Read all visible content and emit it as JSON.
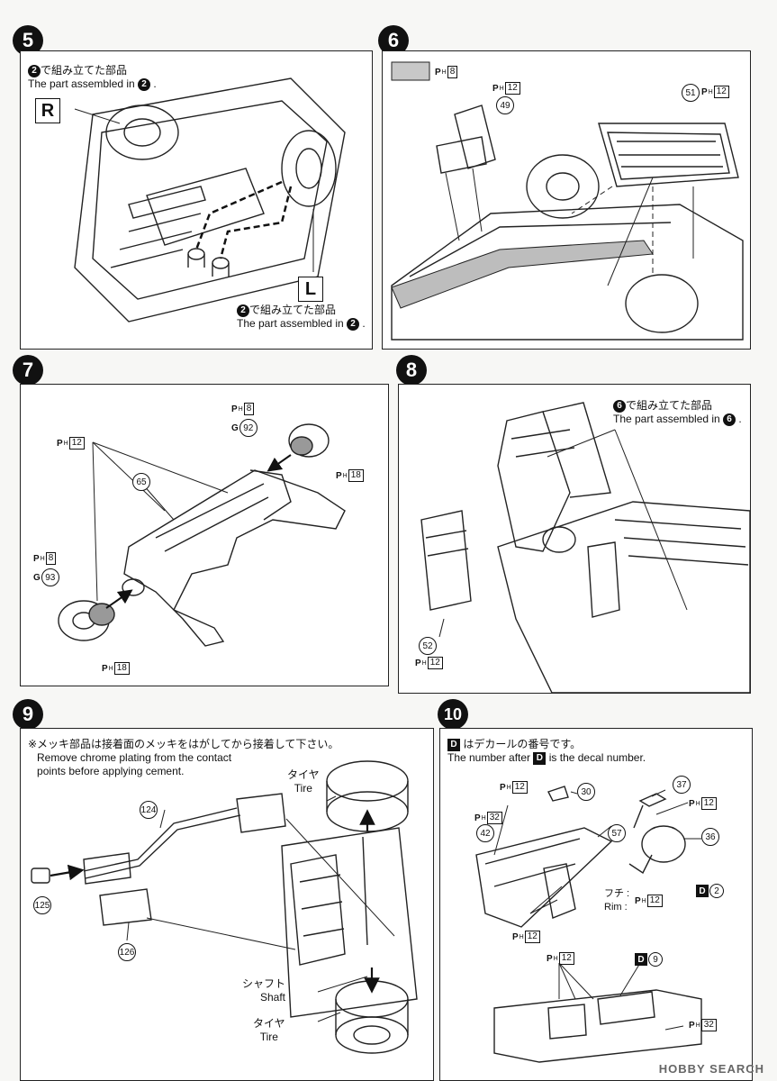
{
  "steps": {
    "s5": {
      "num": "5",
      "note_top_jp": "で組み立てた部品",
      "note_top_en": "The part assembled in",
      "ref": "2",
      "side_r": "R",
      "side_l": "L",
      "note_bottom_jp": "で組み立てた部品",
      "note_bottom_en": "The part assembled in"
    },
    "s6": {
      "num": "6",
      "swatch_label": "8",
      "ph_a": "12",
      "part_a": "49",
      "part_b": "51",
      "ph_b": "12"
    },
    "s7": {
      "num": "7",
      "ph_top": "8",
      "g_top": "92",
      "ph_top2": "18",
      "ph_left": "12",
      "part_65": "65",
      "ph_left2": "8",
      "g_left": "93",
      "ph_bottom": "18"
    },
    "s8": {
      "num": "8",
      "note_jp": "で組み立てた部品",
      "note_en": "The part assembled in",
      "ref": "6",
      "part": "52",
      "ph": "12"
    },
    "s9": {
      "num": "9",
      "note_jp": "※メッキ部品は接着面のメッキをはがしてから接着して下さい。",
      "note_en1": "Remove chrome plating from the contact",
      "note_en2": "points before applying cement.",
      "tire_jp": "タイヤ",
      "tire_en": "Tire",
      "shaft_jp": "シャフト",
      "shaft_en": "Shaft",
      "tire2_jp": "タイヤ",
      "tire2_en": "Tire",
      "p124": "124",
      "p125": "125",
      "p126": "126"
    },
    "s10": {
      "num": "10",
      "note_jp": "はデカールの番号です。",
      "note_en_a": "The number after",
      "note_en_b": "is the decal number.",
      "decal_letter": "D",
      "p30": "30",
      "p37": "37",
      "p42": "42",
      "p57": "57",
      "p36": "36",
      "ph_12": "12",
      "ph_32": "32",
      "d2": "2",
      "d9": "9",
      "rim_jp": "フチ",
      "rim_en": "Rim"
    }
  },
  "ph_prefix": "P",
  "ph_sub": "H",
  "g_prefix": "G",
  "watermark": "HOBBY SEARCH"
}
